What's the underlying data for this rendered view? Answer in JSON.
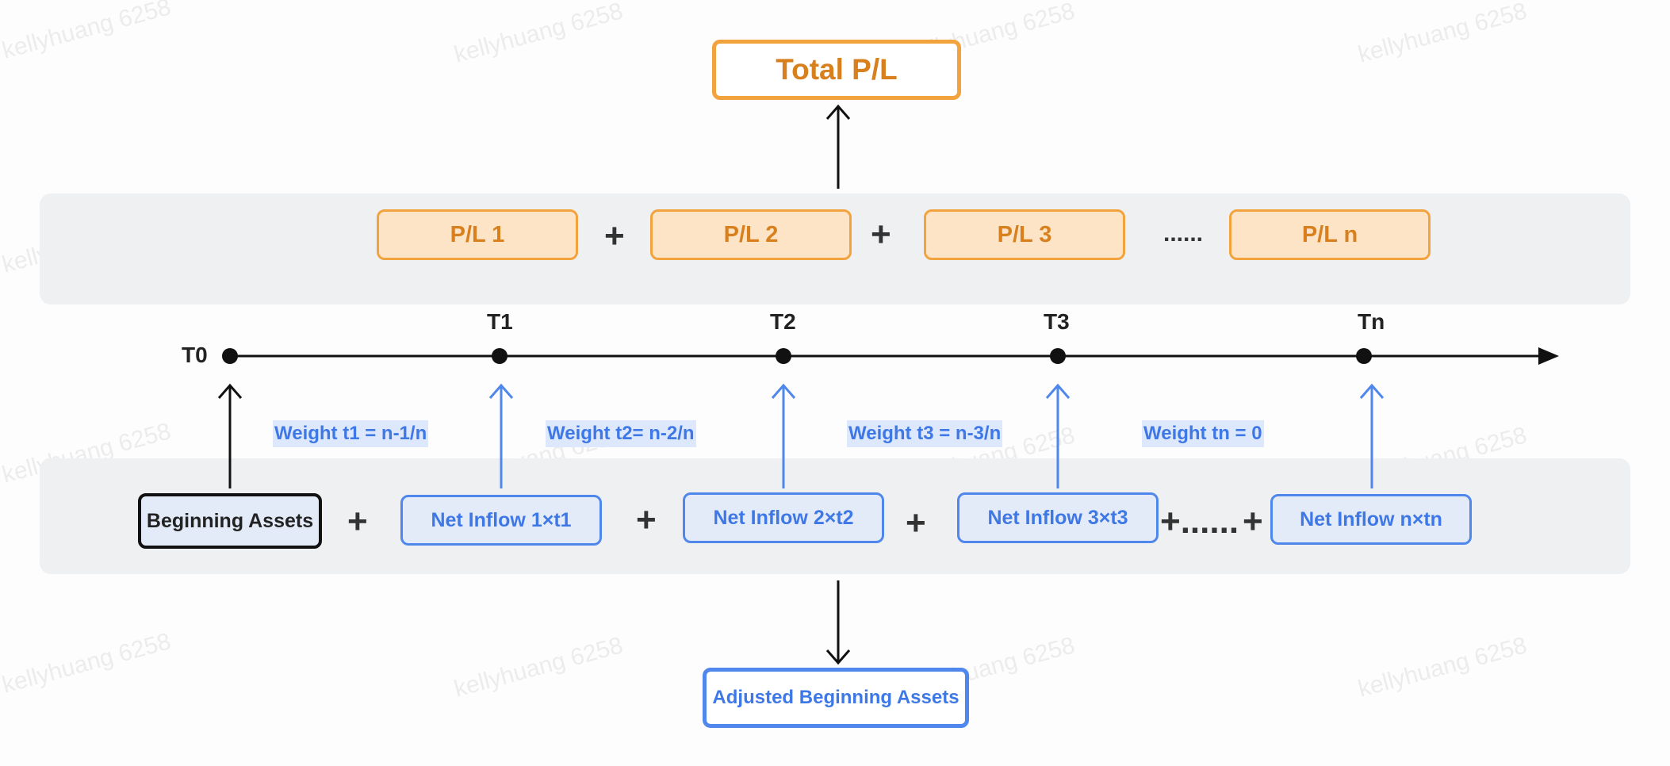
{
  "watermark": "kellyhuang 6258",
  "total": "Total P/L",
  "pl_boxes": [
    "P/L 1",
    "P/L 2",
    "P/L 3",
    "P/L n"
  ],
  "operators": {
    "plus": "+",
    "dots": "......",
    "plus_dots": "+......"
  },
  "timeline": [
    "T0",
    "T1",
    "T2",
    "T3",
    "Tn"
  ],
  "weights": [
    "Weight t1 = n-1/n",
    "Weight t2= n-2/n",
    "Weight t3 = n-3/n",
    "Weight tn = 0"
  ],
  "beginning_assets": "Beginning Assets",
  "inflows": [
    "Net Inflow 1×t1",
    "Net Inflow 2×t2",
    "Net Inflow 3×t3",
    "Net Inflow n×tn"
  ],
  "adjusted": "Adjusted Beginning Assets",
  "colors": {
    "orange": "#f3a33e",
    "orange_text": "#d9801e",
    "blue": "#4f87ec",
    "blue_text": "#3e78e6",
    "band": "#eef0f2"
  }
}
